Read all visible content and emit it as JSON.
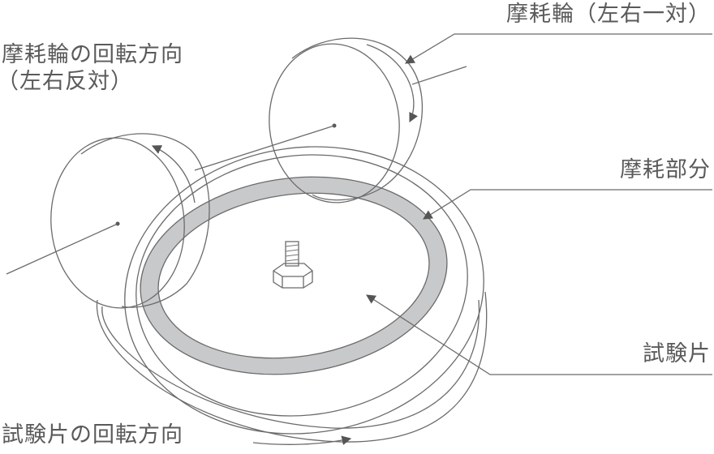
{
  "labels": {
    "wheel_rotation_line1": "摩耗輪の回転方向",
    "wheel_rotation_line2": "（左右反対）",
    "wheel_pair": "摩耗輪（左右一対）",
    "worn_area": "摩耗部分",
    "specimen": "試験片",
    "specimen_rotation": "試験片の回転方向"
  },
  "colors": {
    "stroke": "#6b6b6b",
    "worn_ring": "#c8c9cb",
    "text": "#5a5a5a",
    "background": "#ffffff"
  }
}
